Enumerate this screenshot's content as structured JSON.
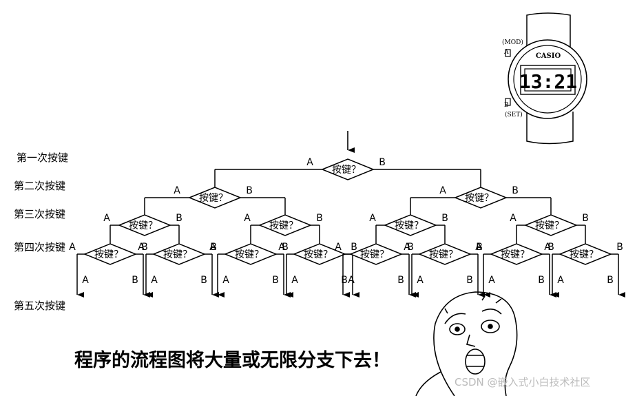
{
  "question": "按键？",
  "branches": {
    "left": "A",
    "right": "B"
  },
  "levels": [
    "第一次按键",
    "第二次按键",
    "第三次按键",
    "第四次按键",
    "第五次按键"
  ],
  "caption": "程序的流程图将大量或无限分支下去！",
  "watch": {
    "brand": "CASIO",
    "time": "13:21",
    "button_a_label": "A",
    "button_a_mode": "(MOD)",
    "button_b_label": "B",
    "button_b_mode": "(SET)"
  },
  "watermark": "CSDN @嵌入式小白技术社区"
}
